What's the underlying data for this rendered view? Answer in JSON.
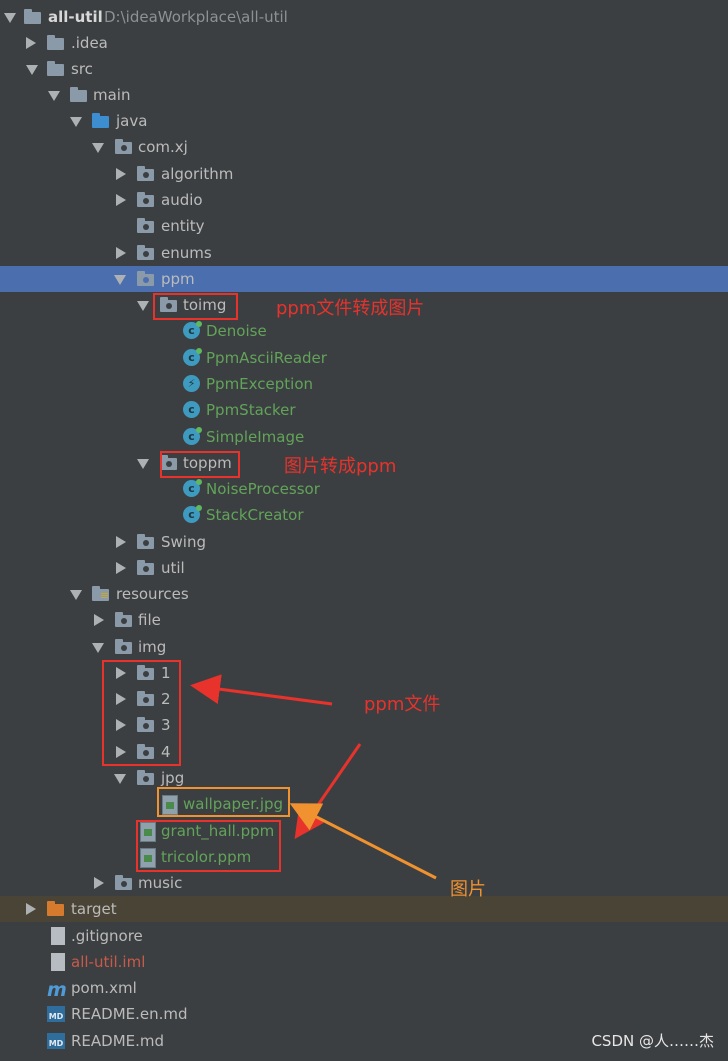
{
  "project": {
    "name": "all-util",
    "path": "D:\\ideaWorkplace\\all-util"
  },
  "rows": [
    {
      "label": ".idea"
    },
    {
      "label": "src"
    },
    {
      "label": "main"
    },
    {
      "label": "java"
    },
    {
      "label": "com.xj"
    },
    {
      "label": "algorithm"
    },
    {
      "label": "audio"
    },
    {
      "label": "entity"
    },
    {
      "label": "enums"
    },
    {
      "label": "ppm"
    },
    {
      "label": "toimg"
    },
    {
      "label": "Denoise"
    },
    {
      "label": "PpmAsciiReader"
    },
    {
      "label": "PpmException"
    },
    {
      "label": "PpmStacker"
    },
    {
      "label": "SimpleImage"
    },
    {
      "label": "toppm"
    },
    {
      "label": "NoiseProcessor"
    },
    {
      "label": "StackCreator"
    },
    {
      "label": "Swing"
    },
    {
      "label": "util"
    },
    {
      "label": "resources"
    },
    {
      "label": "file"
    },
    {
      "label": "img"
    },
    {
      "label": "1"
    },
    {
      "label": "2"
    },
    {
      "label": "3"
    },
    {
      "label": "4"
    },
    {
      "label": "jpg"
    },
    {
      "label": "wallpaper.jpg"
    },
    {
      "label": "grant_hall.ppm"
    },
    {
      "label": "tricolor.ppm"
    },
    {
      "label": "music"
    },
    {
      "label": "target"
    },
    {
      "label": ".gitignore"
    },
    {
      "label": "all-util.iml"
    },
    {
      "label": "pom.xml"
    },
    {
      "label": "README.en.md"
    },
    {
      "label": "README.md"
    }
  ],
  "annotations": {
    "toimg_note": "ppm文件转成图片",
    "toppm_note": "图片转成ppm",
    "ppm_files_note": "ppm文件",
    "image_note": "图片"
  },
  "watermark": "CSDN @人……杰",
  "colors": {
    "background": "#3c3f41",
    "selected_row": "#4b6eaf",
    "annotation_red": "#e8322c",
    "annotation_orange": "#f0922f",
    "class_green": "#62a35a"
  }
}
